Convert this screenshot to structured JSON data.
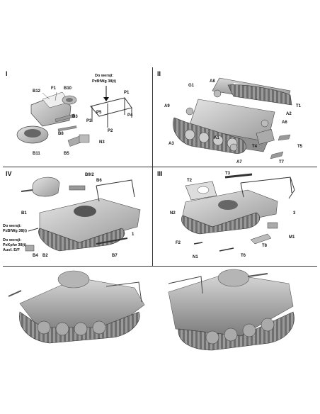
{
  "sections": {
    "s1": {
      "numeral": "I",
      "note": [
        "Do wersji:",
        "PzBfWg 38(t)"
      ],
      "labels": [
        "B12",
        "F1",
        "B10",
        "P1",
        "B3",
        "P5",
        "P3",
        "P2",
        "P4",
        "B8",
        "N3",
        "B5",
        "B11"
      ]
    },
    "s2": {
      "numeral": "II",
      "labels": [
        "G1",
        "A8",
        "T1",
        "A9",
        "A2",
        "A6",
        "A1",
        "A3",
        "T4",
        "T5",
        "A7",
        "T7"
      ]
    },
    "s3": {
      "numeral": "III",
      "labels": [
        "T3",
        "T2",
        "N2",
        "3",
        "M1",
        "F2",
        "T8",
        "N1",
        "T6"
      ]
    },
    "s4": {
      "numeral": "IV",
      "labels": [
        "B9/2",
        "B6",
        "B1",
        "1",
        "B4",
        "B2",
        "B7"
      ],
      "note_a": [
        "Do wersji:",
        "PzBfWg 38(t)"
      ],
      "note_b": [
        "Do wersji:",
        "PzKpfw 38(t)",
        "Ausf. E/F"
      ]
    }
  },
  "colors": {
    "ink": "#222222",
    "part_fill": "#c8c8c8",
    "part_dark": "#8a8a8a",
    "frame": "#333333",
    "render": "#a9a9a9"
  }
}
